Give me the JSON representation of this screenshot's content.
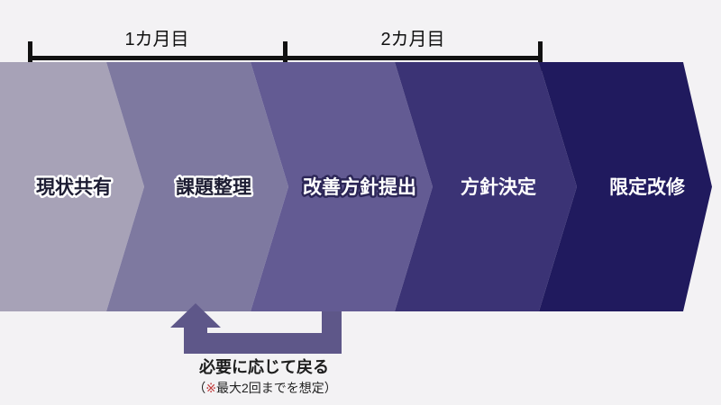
{
  "timeline": {
    "segments": [
      {
        "label": "1カ月目"
      },
      {
        "label": "2カ月目"
      }
    ],
    "color": "#111111"
  },
  "steps": [
    {
      "label": "現状共有",
      "color": "#a7a2b7"
    },
    {
      "label": "課題整理",
      "color": "#7e79a0"
    },
    {
      "label": "改善方針提出",
      "color": "#635b93"
    },
    {
      "label": "方針決定",
      "color": "#3b3375"
    },
    {
      "label": "限定改修",
      "color": "#201a5e"
    }
  ],
  "feedback": {
    "label": "必要に応じて戻る",
    "note_open": "（",
    "note_mark": "※",
    "note_rest": "最大2回までを想定）",
    "arrow_color": "#5e5789",
    "mark_color": "#c23b3b"
  },
  "colors": {
    "background": "#f3f2f4",
    "step_label_dark": "#1d1d33",
    "step_label_light": "#ffffff",
    "step_label_outline": "#2c2657"
  }
}
